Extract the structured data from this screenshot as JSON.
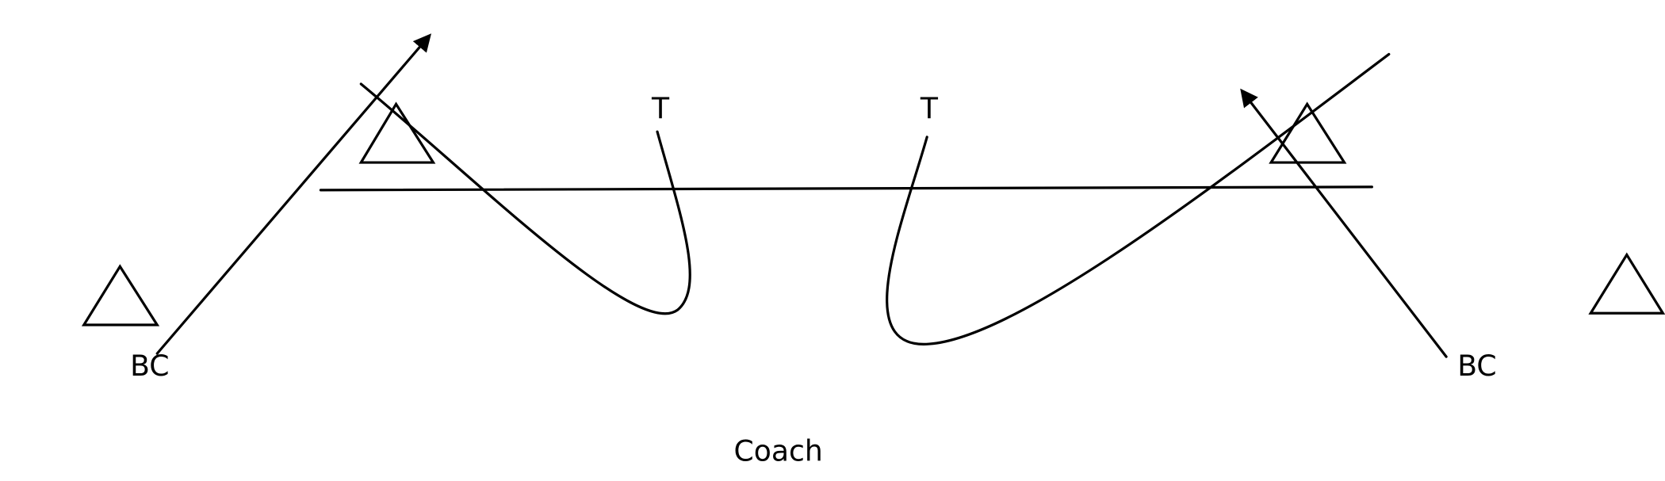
{
  "labels": {
    "target_left": "T",
    "target_right": "T",
    "player_left": "BC",
    "player_right": "BC",
    "coach": "Coach"
  },
  "colors": {
    "stroke": "#000000",
    "background": "#ffffff"
  }
}
